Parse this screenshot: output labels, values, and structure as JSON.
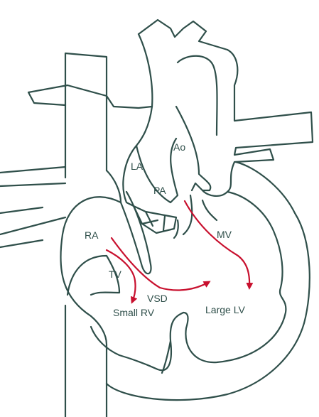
{
  "colors": {
    "outline": "#2f4f4a",
    "flow_arrow": "#c8102e",
    "label_text": "#2f4f4a",
    "background": "#ffffff"
  },
  "labels": {
    "aorta": "Ao",
    "left_atrium": "LA",
    "pulmonary_artery": "PA",
    "right_atrium": "RA",
    "mitral_valve": "MV",
    "tricuspid_valve": "TV",
    "ventricular_septal_defect": "VSD",
    "small_right_ventricle": "Small RV",
    "large_left_ventricle": "Large  LV"
  },
  "flow_arrows": [
    {
      "name": "ra-to-rv-via-tv",
      "from": "RA",
      "to": "Small RV"
    },
    {
      "name": "ra-to-lv-via-vsd",
      "from": "RA",
      "to": "Large LV"
    },
    {
      "name": "la-to-lv-via-mv",
      "from": "LA",
      "to": "Large LV"
    }
  ]
}
